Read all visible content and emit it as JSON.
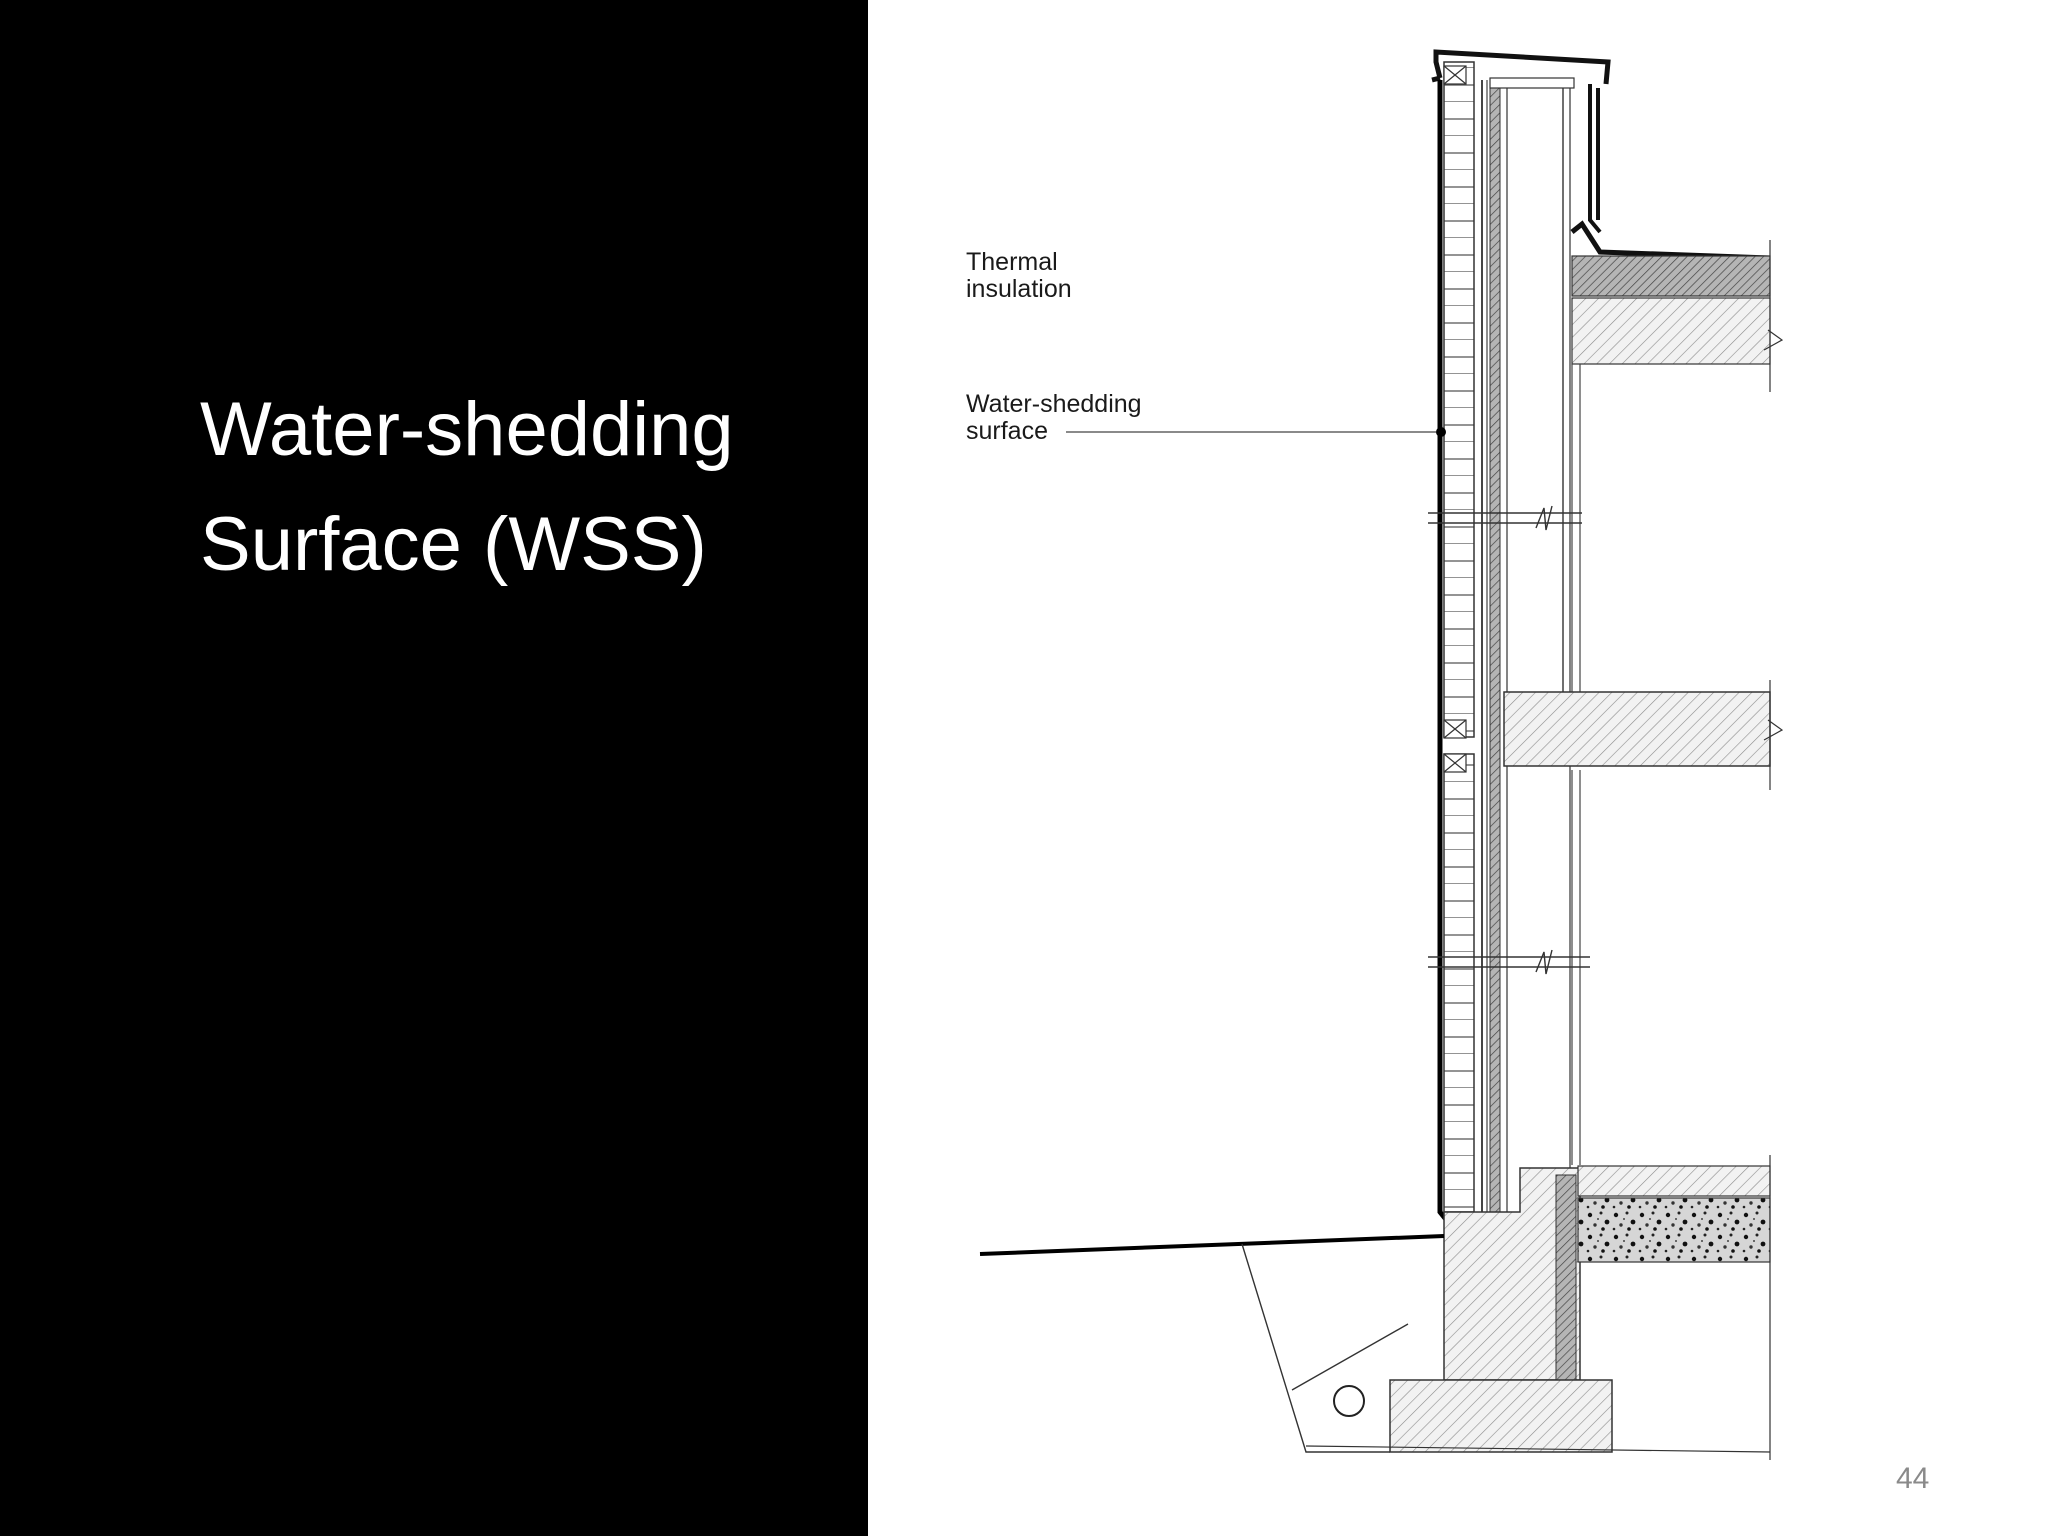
{
  "slide": {
    "title_line1": "Water-shedding",
    "title_line2": "Surface (WSS)",
    "page_number": "44"
  },
  "diagram": {
    "labels": {
      "thermal_line1": "Thermal",
      "thermal_line2": "insulation",
      "wss_line1": "Water-shedding",
      "wss_line2": "surface"
    }
  },
  "colors": {
    "left_panel": "#000000",
    "title_text": "#ffffff",
    "page_number": "#8a8a8a",
    "line": "#1a1a1a"
  }
}
